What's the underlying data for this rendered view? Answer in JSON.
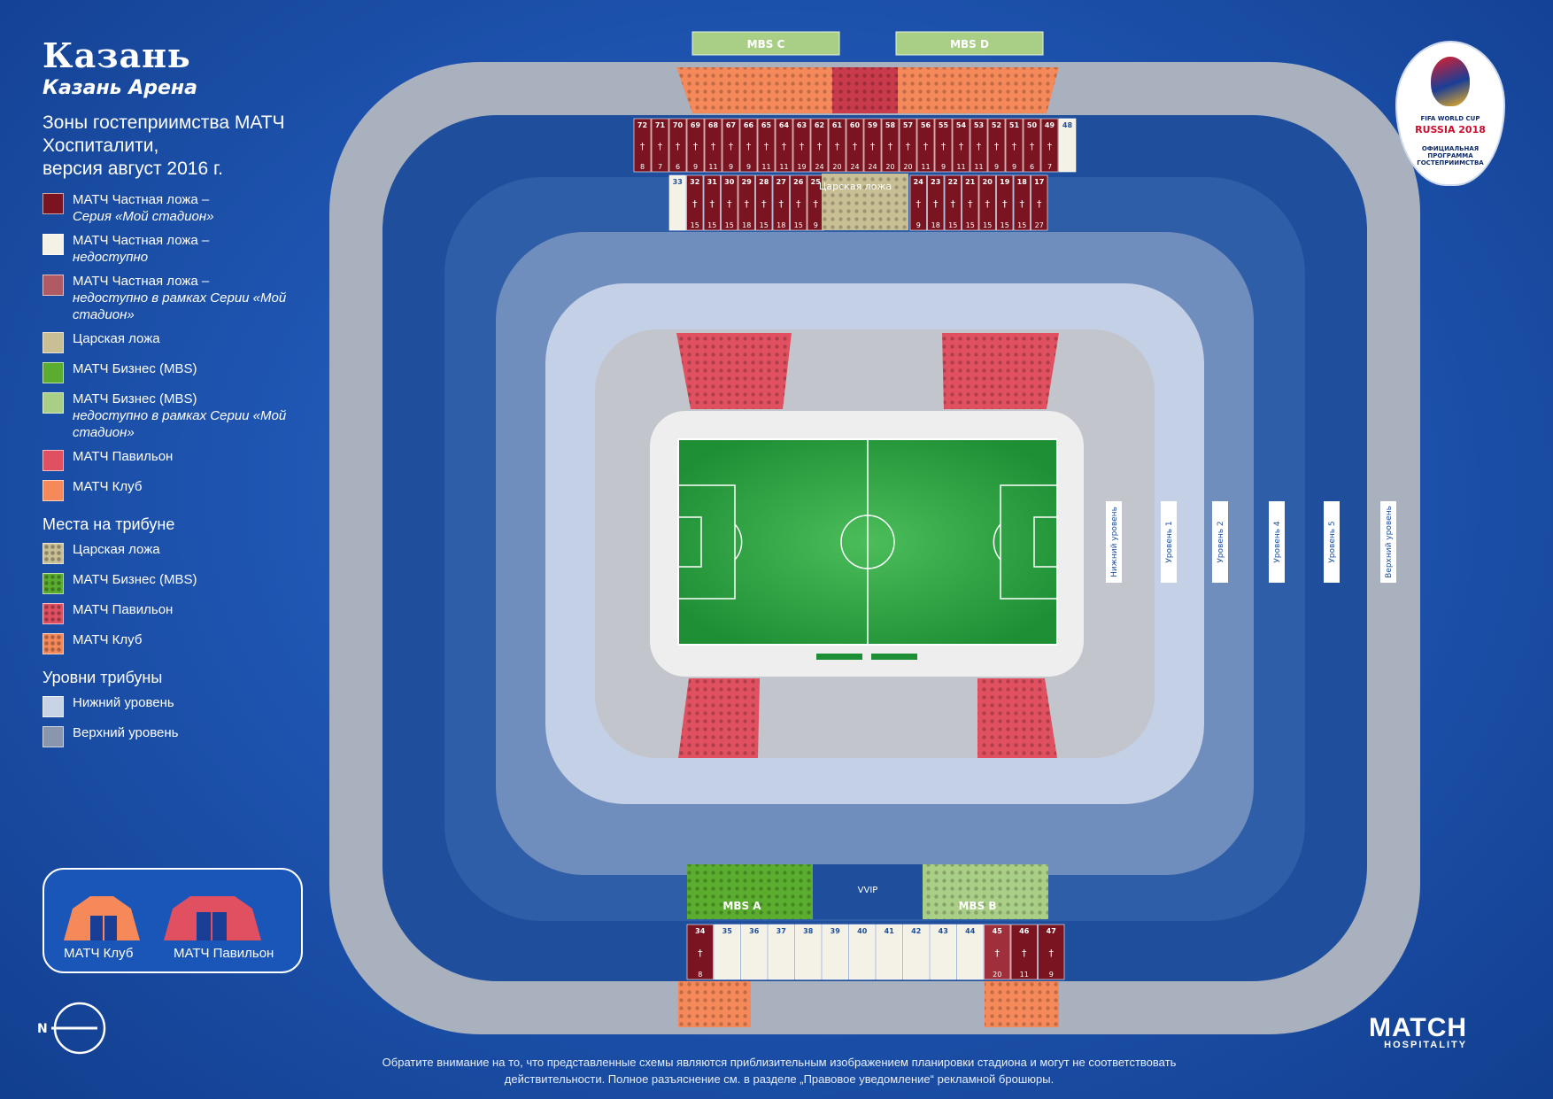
{
  "header": {
    "city": "Казань",
    "arena": "Казань Арена",
    "subtitle": "Зоны гостеприимства МАТЧ\nХоспиталити,\nверсия  август  2016 г."
  },
  "legend": {
    "items": [
      {
        "label": "МАТЧ Частная ложа –",
        "sub": "Серия «Мой стадион»",
        "color": "#7a1420"
      },
      {
        "label": "МАТЧ Частная ложа –",
        "sub": "недоступно",
        "color": "#f4f1e6"
      },
      {
        "label": "МАТЧ Частная ложа –",
        "sub": "недоступно в рамках Серии «Мой стадион»",
        "color": "#b05a63"
      },
      {
        "label": "Царская ложа",
        "sub": "",
        "color": "#c8bf95"
      },
      {
        "label": "МАТЧ Бизнес (MBS)",
        "sub": "",
        "color": "#5aad2e"
      },
      {
        "label": "МАТЧ Бизнес (MBS)",
        "sub": "недоступно в рамках Серии «Мой стадион»",
        "color": "#a9cf86"
      },
      {
        "label": "МАТЧ Павильон",
        "sub": "",
        "color": "#e05060"
      },
      {
        "label": "МАТЧ Клуб",
        "sub": "",
        "color": "#f5895a"
      }
    ],
    "seats_heading": "Места на трибуне",
    "seats": [
      {
        "label": "Царская ложа",
        "color": "#c8bf95"
      },
      {
        "label": "МАТЧ Бизнес (MBS)",
        "color": "#5aad2e"
      },
      {
        "label": "МАТЧ Павильон",
        "color": "#e05060"
      },
      {
        "label": "МАТЧ Клуб",
        "color": "#f5895a"
      }
    ],
    "levels_heading": "Уровни трибуны",
    "levels": [
      {
        "label": "Нижний уровень",
        "color": "#c9d3e6"
      },
      {
        "label": "Верхний уровень",
        "color": "#8a96ad"
      }
    ]
  },
  "tents": {
    "club": "МАТЧ Клуб",
    "pavilion": "МАТЧ Павильон"
  },
  "compass": {
    "label": "N"
  },
  "fifa_logo": {
    "line1": "FIFA WORLD CUP",
    "line2": "RUSSIA 2018",
    "line3": "ОФИЦИАЛЬНАЯ ПРОГРАММА ГОСТЕПРИИМСТВА"
  },
  "match_logo": {
    "name": "MATCH",
    "sub": "HOSPITALITY"
  },
  "disclaimer": "Обратите внимание на то, что представленные схемы являются приблизительным изображением планировки стадиона и могут не соответствовать действительности. Полное разъяснение см. в разделе „Правовое уведомление“ рекламной брошюры.",
  "stadium": {
    "mbs_top": [
      "MBS C",
      "MBS D"
    ],
    "mbs_bottom": [
      "MBS A",
      "MBS B"
    ],
    "vvip": "VVIP",
    "royal_box": "Царская ложа",
    "level_labels": [
      "Нижний уровень",
      "Уровень 1",
      "Уровень 2",
      "Уровень 4",
      "Уровень 5",
      "Верхний уровень"
    ],
    "boxes_top_row1": [
      {
        "n": "72",
        "cap": "8"
      },
      {
        "n": "71",
        "cap": "7"
      },
      {
        "n": "70",
        "cap": "6"
      },
      {
        "n": "69",
        "cap": "9"
      },
      {
        "n": "68",
        "cap": "11"
      },
      {
        "n": "67",
        "cap": "9"
      },
      {
        "n": "66",
        "cap": "9"
      },
      {
        "n": "65",
        "cap": "11"
      },
      {
        "n": "64",
        "cap": "11"
      },
      {
        "n": "63",
        "cap": "19"
      },
      {
        "n": "62",
        "cap": "24"
      },
      {
        "n": "61",
        "cap": "20"
      },
      {
        "n": "60",
        "cap": "24"
      },
      {
        "n": "59",
        "cap": "24"
      },
      {
        "n": "58",
        "cap": "20"
      },
      {
        "n": "57",
        "cap": "20"
      },
      {
        "n": "56",
        "cap": "11"
      },
      {
        "n": "55",
        "cap": "9"
      },
      {
        "n": "54",
        "cap": "11"
      },
      {
        "n": "53",
        "cap": "11"
      },
      {
        "n": "52",
        "cap": "9"
      },
      {
        "n": "51",
        "cap": "9"
      },
      {
        "n": "50",
        "cap": "6"
      },
      {
        "n": "49",
        "cap": "7"
      },
      {
        "n": "48",
        "cap": ""
      }
    ],
    "boxes_top_row2_left": [
      {
        "n": "33",
        "cap": ""
      },
      {
        "n": "32",
        "cap": "15"
      },
      {
        "n": "31",
        "cap": "15"
      },
      {
        "n": "30",
        "cap": "15"
      },
      {
        "n": "29",
        "cap": "18"
      },
      {
        "n": "28",
        "cap": "15"
      },
      {
        "n": "27",
        "cap": "18"
      },
      {
        "n": "26",
        "cap": "15"
      },
      {
        "n": "25",
        "cap": "9"
      }
    ],
    "boxes_top_row2_right": [
      {
        "n": "24",
        "cap": "9"
      },
      {
        "n": "23",
        "cap": "18"
      },
      {
        "n": "22",
        "cap": "15"
      },
      {
        "n": "21",
        "cap": "15"
      },
      {
        "n": "20",
        "cap": "15"
      },
      {
        "n": "19",
        "cap": "15"
      },
      {
        "n": "18",
        "cap": "15"
      },
      {
        "n": "17",
        "cap": "27"
      }
    ],
    "boxes_bottom": [
      {
        "n": "34",
        "cap": "8"
      },
      {
        "n": "35",
        "cap": ""
      },
      {
        "n": "36",
        "cap": ""
      },
      {
        "n": "37",
        "cap": ""
      },
      {
        "n": "38",
        "cap": ""
      },
      {
        "n": "39",
        "cap": ""
      },
      {
        "n": "40",
        "cap": ""
      },
      {
        "n": "41",
        "cap": ""
      },
      {
        "n": "42",
        "cap": ""
      },
      {
        "n": "43",
        "cap": ""
      },
      {
        "n": "44",
        "cap": ""
      },
      {
        "n": "45",
        "cap": "20"
      },
      {
        "n": "46",
        "cap": "11"
      },
      {
        "n": "47",
        "cap": "9"
      }
    ]
  }
}
